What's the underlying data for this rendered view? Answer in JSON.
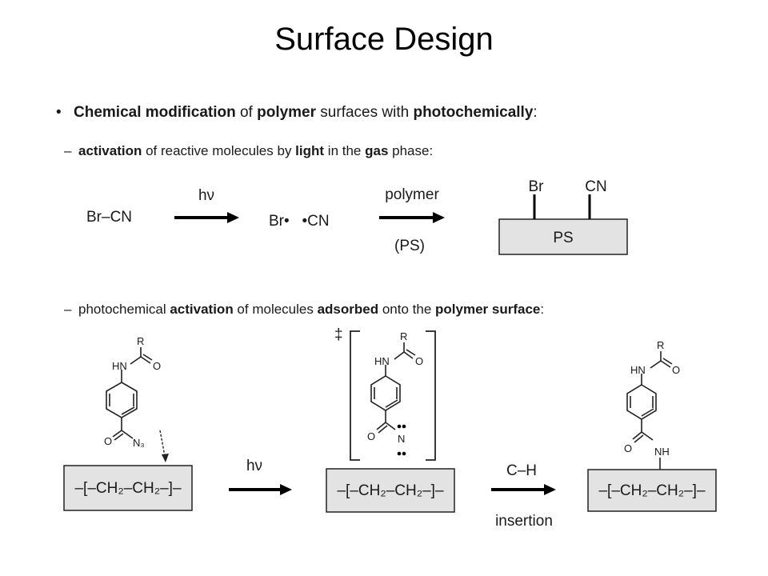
{
  "title": "Surface Design",
  "bullet": {
    "symbol": "•",
    "parts": [
      {
        "text": "Chemical modification",
        "bold": true
      },
      {
        "text": " of ",
        "bold": false
      },
      {
        "text": "polymer",
        "bold": true
      },
      {
        "text": " surfaces with ",
        "bold": false
      },
      {
        "text": "photochemically",
        "bold": true
      },
      {
        "text": ":",
        "bold": false
      }
    ]
  },
  "section1": {
    "dash": "–",
    "parts": [
      {
        "text": "activation",
        "bold": true
      },
      {
        "text": " of reactive molecules by ",
        "bold": false
      },
      {
        "text": "light",
        "bold": true
      },
      {
        "text": " in the ",
        "bold": false
      },
      {
        "text": "gas",
        "bold": true
      },
      {
        "text": " phase:",
        "bold": false
      }
    ],
    "reactant": "Br–CN",
    "arrow1_label": "hν",
    "products": "Br•   •CN",
    "arrow2_label_top": "polymer",
    "arrow2_label_bottom": "(PS)",
    "surface_label": "PS",
    "surface_group_1": "Br",
    "surface_group_2": "CN"
  },
  "section2": {
    "dash": "–",
    "parts": [
      {
        "text": "photochemical ",
        "bold": false
      },
      {
        "text": "activation",
        "bold": true
      },
      {
        "text": " of molecules ",
        "bold": false
      },
      {
        "text": "adsorbed",
        "bold": true
      },
      {
        "text": " onto the ",
        "bold": false
      },
      {
        "text": "polymer surface",
        "bold": true
      },
      {
        "text": ":",
        "bold": false
      }
    ],
    "polymer_label": "–[–CH₂–CH₂–]–",
    "arrow1_label": "hν",
    "arrow2_label_top": "C–H",
    "arrow2_label_bottom": "insertion",
    "transition_mark": "‡",
    "atoms": {
      "R": "R",
      "HN": "HN",
      "O": "O",
      "N3": "N₃",
      "N": "N",
      "NH": "NH"
    }
  }
}
